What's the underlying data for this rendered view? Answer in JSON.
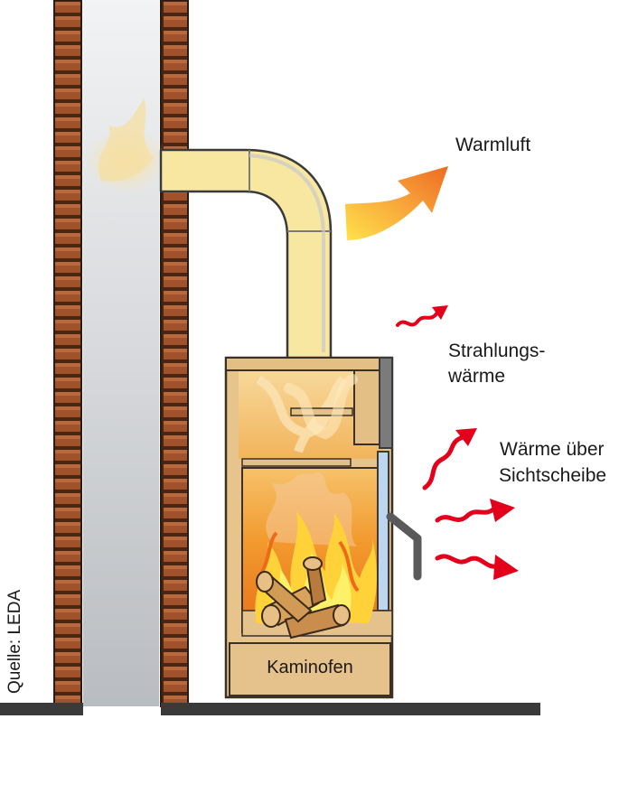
{
  "labels": {
    "warm_air": "Warmluft",
    "radiant_heat_line1": "Strahlungs-",
    "radiant_heat_line2": "wärme",
    "glass_heat_line1": "Wärme über",
    "glass_heat_line2": "Sichtscheibe",
    "stove": "Kaminofen",
    "source": "Quelle: LEDA"
  },
  "colors": {
    "brick": "#a0522d",
    "brick_dark": "#6e3519",
    "chimney_flue": "#cfd1d4",
    "pipe_yellow": "#f8e7a0",
    "stove_body": "#e7c48c",
    "stove_outline": "#5a4a3a",
    "fire_orange": "#f08a1e",
    "flame_yellow": "#ffd23a",
    "heat_red": "#e3001b",
    "glass_blue": "#bcd6ef",
    "floor": "#3a3a3a",
    "warm_air_arrow": "#f07a1e"
  },
  "icons": {
    "warm_air_arrow": "curved-arrow-icon",
    "heat_waves": "wavy-arrow-icon"
  }
}
